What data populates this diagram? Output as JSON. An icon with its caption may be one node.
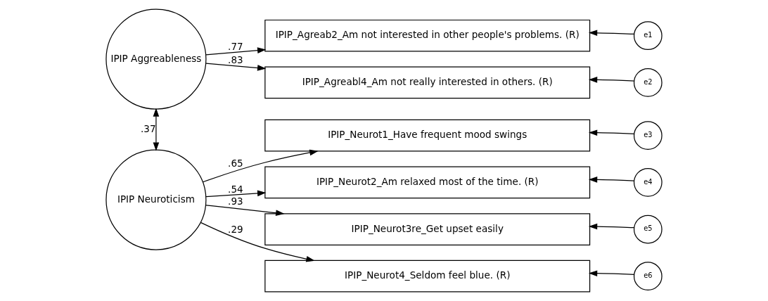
{
  "diagram": {
    "nodes": [
      {
        "text": [
          "IPIP Aggreableness"
        ]
      },
      {
        "text": [
          "IPIP Neuroticism"
        ]
      },
      {
        "text": [
          "IPIP_Agreab2_Am not interested in other people's problems. (R)"
        ]
      },
      {
        "text": [
          "IPIP_Agreabl4_Am not really interested in others. (R)"
        ]
      },
      {
        "text": [
          "IPIP_Neurot1_Have frequent mood swings"
        ]
      },
      {
        "text": [
          "IPIP_Neurot2_Am relaxed most of the time. (R)"
        ]
      },
      {
        "text": [
          "IPIP_Neurot3re_Get upset easily"
        ]
      },
      {
        "text": [
          "IPIP_Neurot4_Seldom feel blue. (R)"
        ]
      },
      {
        "text": [
          "e1"
        ]
      },
      {
        "text": [
          "e2"
        ]
      },
      {
        "text": [
          "e3"
        ]
      },
      {
        "text": [
          "e4"
        ]
      },
      {
        "text": [
          "e5"
        ]
      },
      {
        "text": [
          "e6"
        ]
      }
    ],
    "edges": [
      {
        "from": 0,
        "to": 1,
        "arrow": "both",
        "label": ".37"
      },
      {
        "from": 0,
        "to": 2,
        "arrow": "to",
        "label": ".77"
      },
      {
        "from": 0,
        "to": 3,
        "arrow": "to",
        "label": ".83"
      },
      {
        "from": 1,
        "to": 4,
        "arrow": "to",
        "label": ".65"
      },
      {
        "from": 1,
        "to": 5,
        "arrow": "to",
        "label": ".54"
      },
      {
        "from": 1,
        "to": 6,
        "arrow": "to",
        "label": ".93"
      },
      {
        "from": 1,
        "to": 7,
        "arrow": "to",
        "label": ".29"
      },
      {
        "from": 8,
        "to": 2,
        "arrow": "to"
      },
      {
        "from": 9,
        "to": 3,
        "arrow": "to"
      },
      {
        "from": 10,
        "to": 4,
        "arrow": "to"
      },
      {
        "from": 11,
        "to": 5,
        "arrow": "to"
      },
      {
        "from": 12,
        "to": 6,
        "arrow": "to"
      },
      {
        "from": 13,
        "to": 7,
        "arrow": "to"
      }
    ]
  }
}
